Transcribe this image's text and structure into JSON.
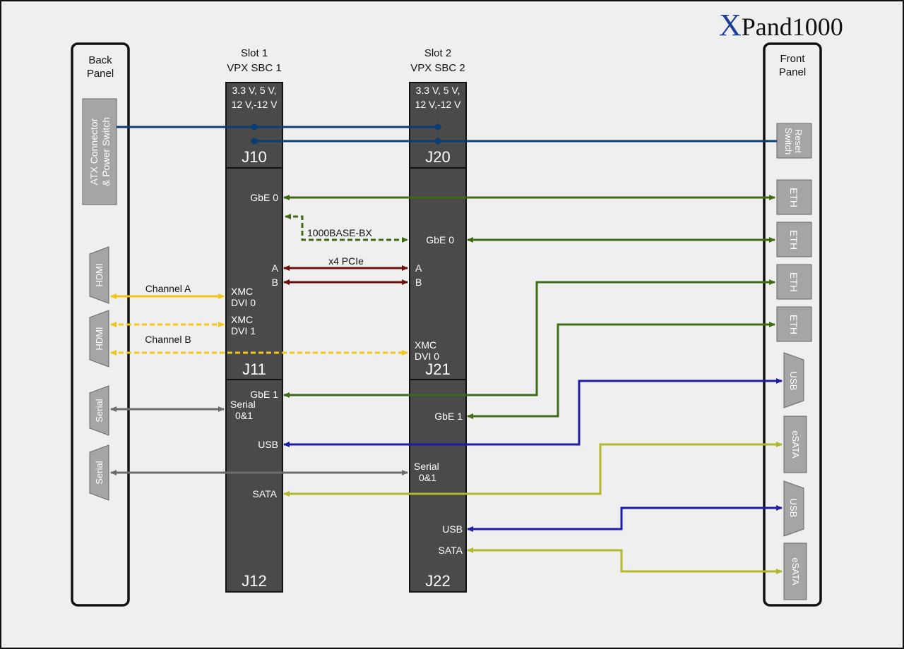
{
  "title": {
    "first_letter": "X",
    "rest": "Pand1000"
  },
  "panels": {
    "back": [
      "Back",
      "Panel"
    ],
    "front": [
      "Front",
      "Panel"
    ]
  },
  "slots": {
    "slot1": [
      "Slot 1",
      "VPX SBC 1"
    ],
    "slot2": [
      "Slot 2",
      "VPX SBC 2"
    ]
  },
  "power_label": [
    "3.3 V, 5 V,",
    "12 V,-12 V"
  ],
  "connectors": {
    "j10": "J10",
    "j11": "J11",
    "j12": "J12",
    "j20": "J20",
    "j21": "J21",
    "j22": "J22"
  },
  "back_ports": {
    "atx": [
      "ATX Connector",
      "& Power Switch"
    ],
    "hdmi": "HDMI",
    "serial": "Serial"
  },
  "front_ports": {
    "reset": [
      "Reset",
      "Switch"
    ],
    "eth": "ETH",
    "usb": "USB",
    "esata": "eSATA"
  },
  "signals": {
    "sbc1": {
      "gbe0": "GbE 0",
      "a": "A",
      "b": "B",
      "xmc_dvi0": [
        "XMC",
        "DVI 0"
      ],
      "xmc_dvi1": [
        "XMC",
        "DVI 1"
      ],
      "gbe1": "GbE 1",
      "serial": [
        "Serial",
        "0&1"
      ],
      "usb": "USB",
      "sata": "SATA"
    },
    "sbc2": {
      "gbe0": "GbE 0",
      "a": "A",
      "b": "B",
      "xmc_dvi0": [
        "XMC",
        "DVI 0"
      ],
      "gbe1": "GbE 1",
      "serial": [
        "Serial",
        "0&1"
      ],
      "usb": "USB",
      "sata": "SATA"
    }
  },
  "link_labels": {
    "bx": "1000BASE-BX",
    "pcie": "x4 PCIe",
    "channel_a": "Channel A",
    "channel_b": "Channel B"
  },
  "colors": {
    "background": "#efefef",
    "board": "#4a4a4a",
    "port": "#a5a5a5",
    "power": "#0b3c73",
    "ethernet": "#3f6b14",
    "pcie": "#6b0f0f",
    "video": "#f5c518",
    "serial": "#6d6d6d",
    "usb": "#1c1ca8",
    "sata": "#b3b72c",
    "title_x": "#1c3f94"
  }
}
